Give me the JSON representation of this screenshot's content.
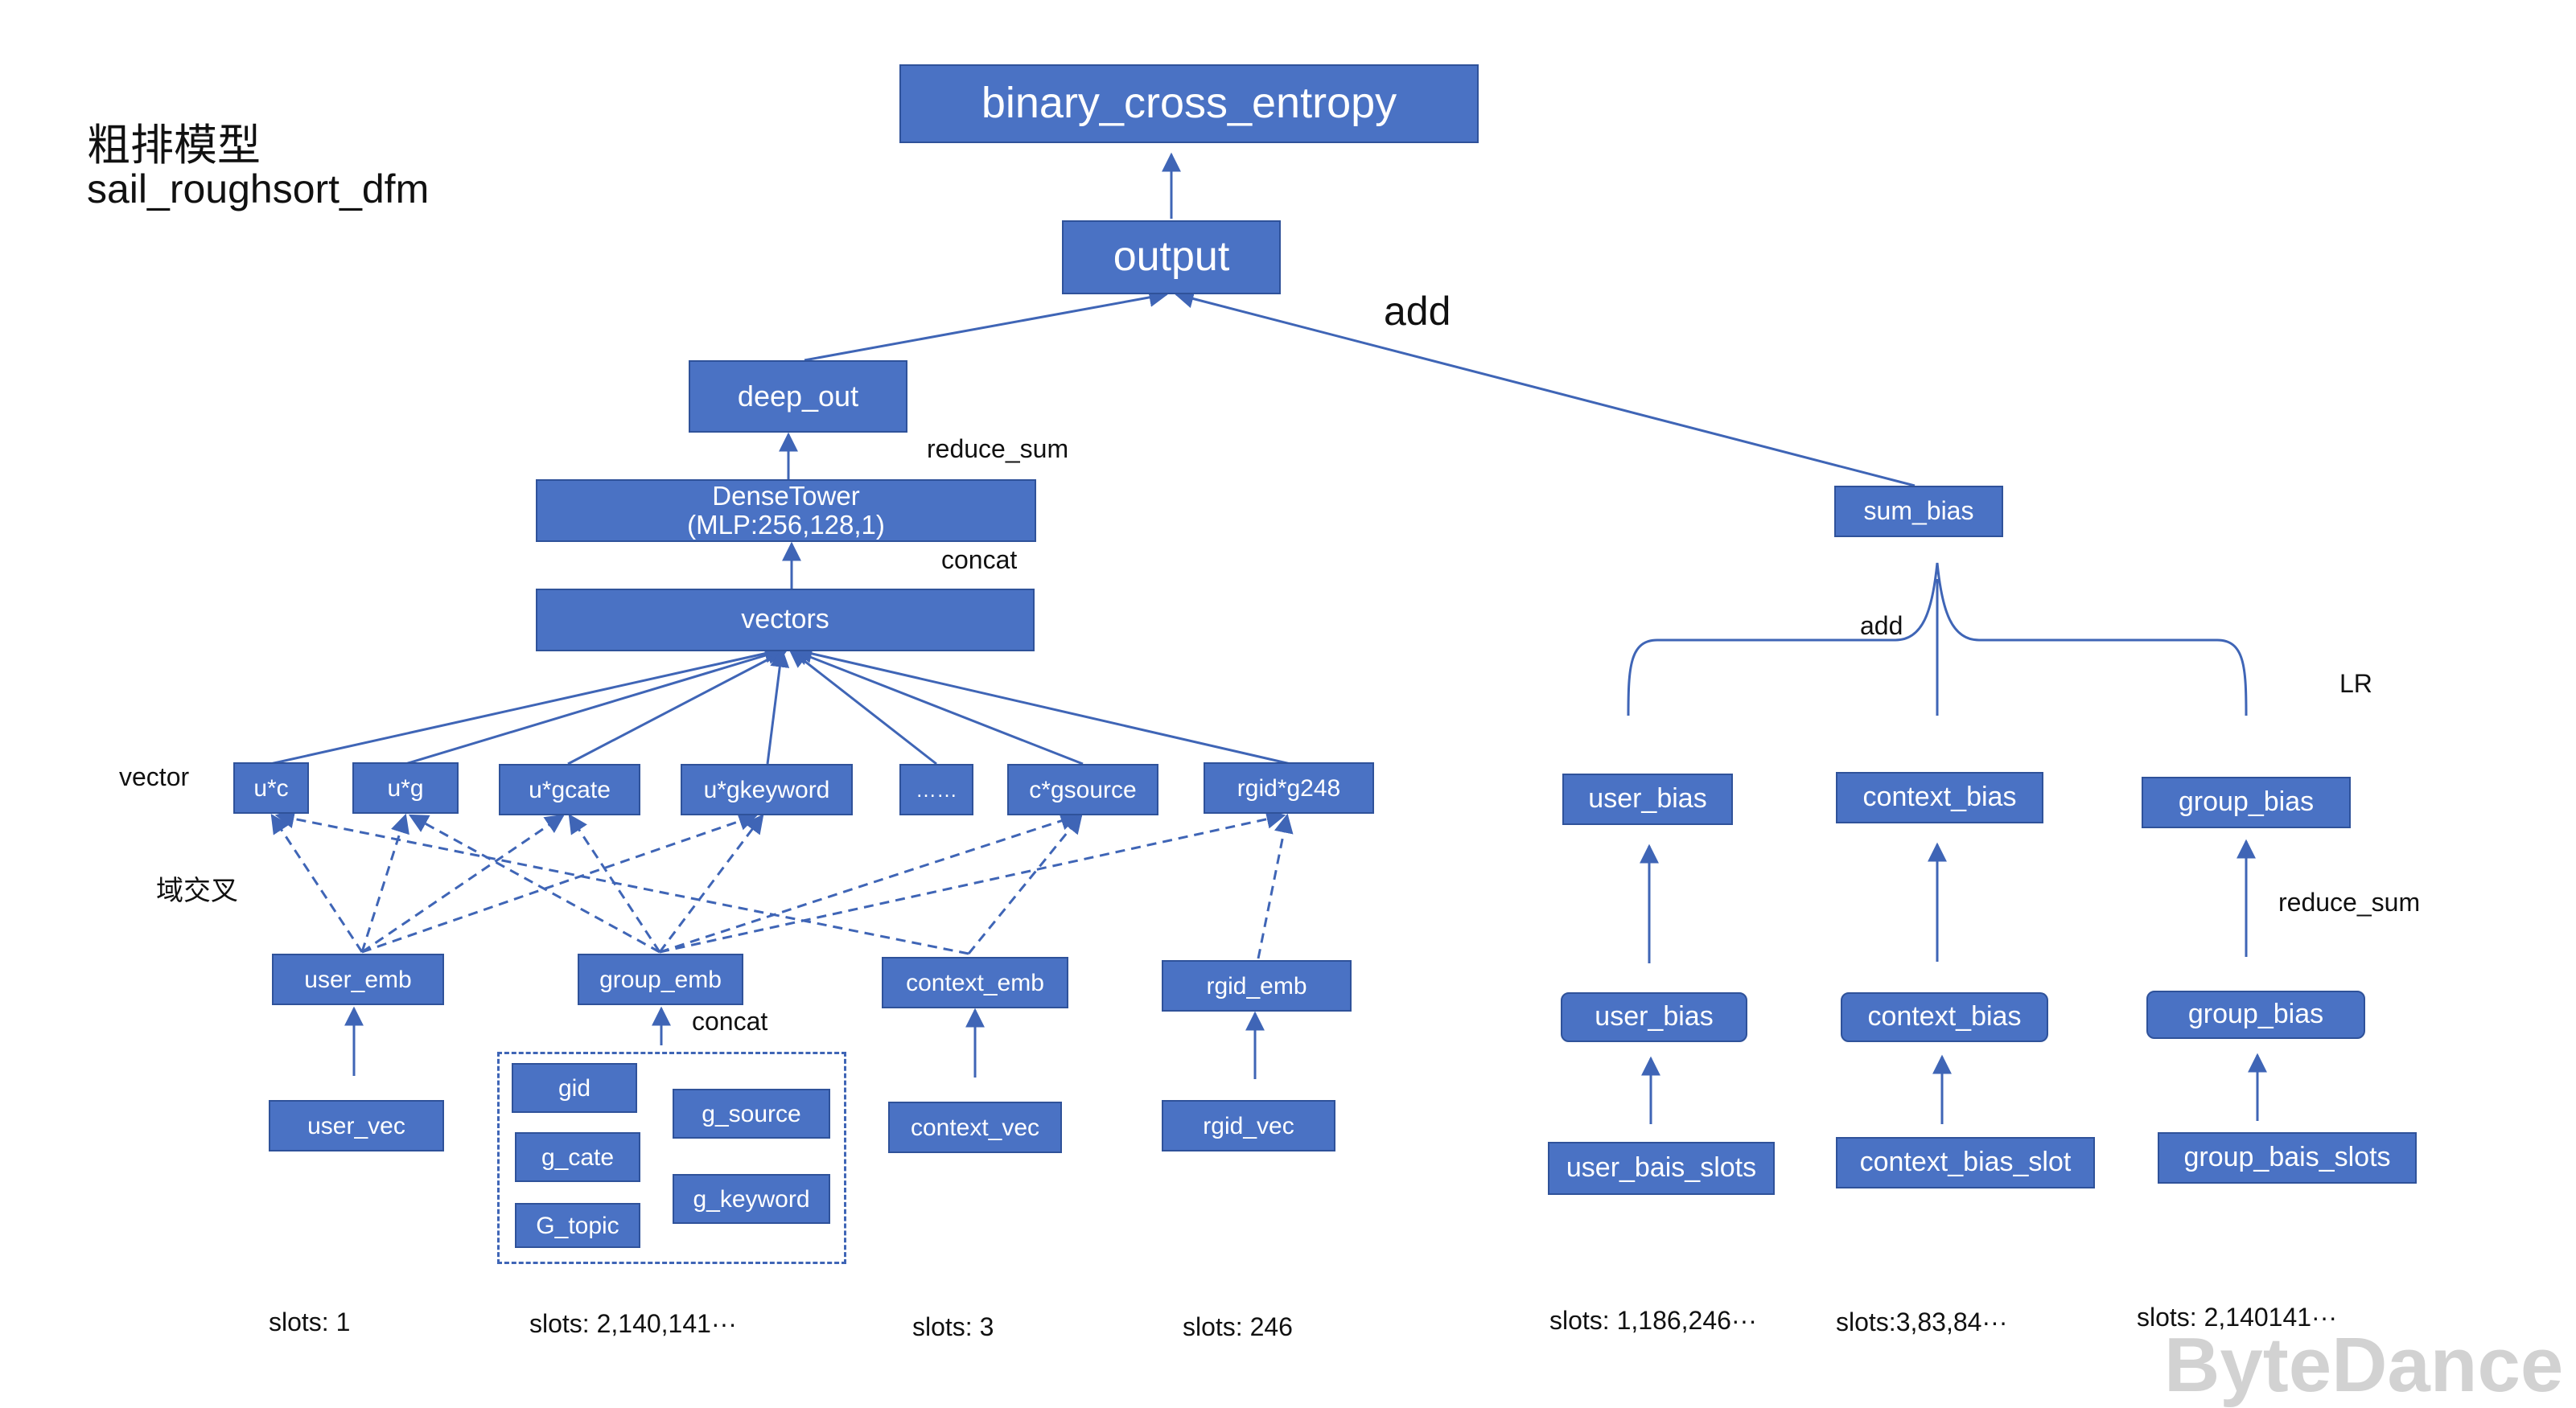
{
  "title": {
    "line1": "粗排模型",
    "line2": "sail_roughsort_dfm"
  },
  "top": {
    "loss": "binary_cross_entropy",
    "output": "output",
    "add": "add"
  },
  "deep": {
    "deep_out": "deep_out",
    "reduce_sum": "reduce_sum",
    "dense_line1": "DenseTower",
    "dense_line2": "(MLP:256,128,1)",
    "concat": "concat",
    "vectors": "vectors",
    "vector_label": "vector",
    "cross_label": "域交叉",
    "crosses": [
      "u*c",
      "u*g",
      "u*gcate",
      "u*gkeyword",
      "……",
      "c*gsource",
      "rgid*g248"
    ],
    "emb": [
      "user_emb",
      "group_emb",
      "context_emb",
      "rgid_emb"
    ],
    "group_concat": "concat",
    "vec": [
      "user_vec",
      "context_vec",
      "rgid_vec"
    ],
    "group_fields": [
      "gid",
      "g_cate",
      "G_topic",
      "g_source",
      "g_keyword"
    ],
    "slots": [
      "slots: 1",
      "slots: 2,140,141···",
      "slots: 3",
      "slots: 246"
    ]
  },
  "lr": {
    "sum_bias": "sum_bias",
    "add": "add",
    "lr_label": "LR",
    "reduce_sum": "reduce_sum",
    "bias_top": [
      "user_bias",
      "context_bias",
      "group_bias"
    ],
    "bias_mid": [
      "user_bias",
      "context_bias",
      "group_bias"
    ],
    "bias_slots": [
      "user_bais_slots",
      "context_bias_slot",
      "group_bais_slots"
    ],
    "slots": [
      "slots: 1,186,246···",
      "slots:3,83,84···",
      "slots: 2,140141···"
    ]
  },
  "watermark": "ByteDance",
  "colors": {
    "box_fill": "#4a72c4",
    "box_border": "#2f529a",
    "line": "#3f65b6"
  }
}
